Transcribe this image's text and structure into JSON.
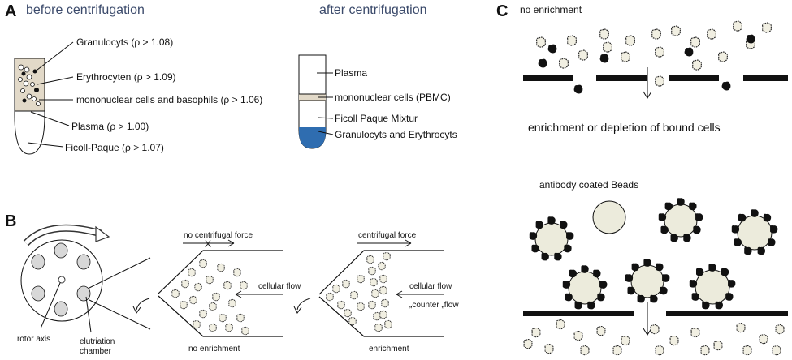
{
  "panel_a": {
    "letter": "A",
    "before_title": "before centrifugation",
    "after_title": "after centrifugation",
    "before_labels": {
      "granulocyts": "Granulocyts (ρ > 1.08)",
      "erythrocyten": "Erythrocyten (ρ > 1.09)",
      "mononuclear": "mononuclear cells and basophils (ρ > 1.06)",
      "plasma": "Plasma (ρ > 1.00)",
      "ficoll": "Ficoll-Paque (ρ > 1.07)"
    },
    "after_labels": {
      "plasma": "Plasma",
      "pbmc": "mononuclear cells (PBMC)",
      "ficoll": "Ficoll Paque Mixtur",
      "granulocyts": "Granulocyts and Erythrocyts"
    }
  },
  "panel_b": {
    "letter": "B",
    "rotor_axis": "rotor axis",
    "elutriation_line1": "elutriation",
    "elutriation_line2": "chamber",
    "no_force": "no centrifugal force",
    "cross": "X",
    "cellular_flow_left": "cellular flow",
    "no_enrichment": "no enrichment",
    "centrifugal_force": "centrifugal force",
    "cellular_flow_right": "cellular flow",
    "counter_flow": "„counter „flow",
    "enrichment": "enrichment"
  },
  "panel_c": {
    "letter": "C",
    "no_enrichment": "no enrichment",
    "middle_text": "enrichment or depletion of bound cells",
    "beads_label": "antibody coated Beads"
  },
  "colors": {
    "tube_fill": "#e2d9c8",
    "blue_layer": "#2f6db0",
    "bead_fill": "#ecebdc",
    "chamber_fill": "#d8d8d8",
    "heading": "#3b4a6b"
  }
}
